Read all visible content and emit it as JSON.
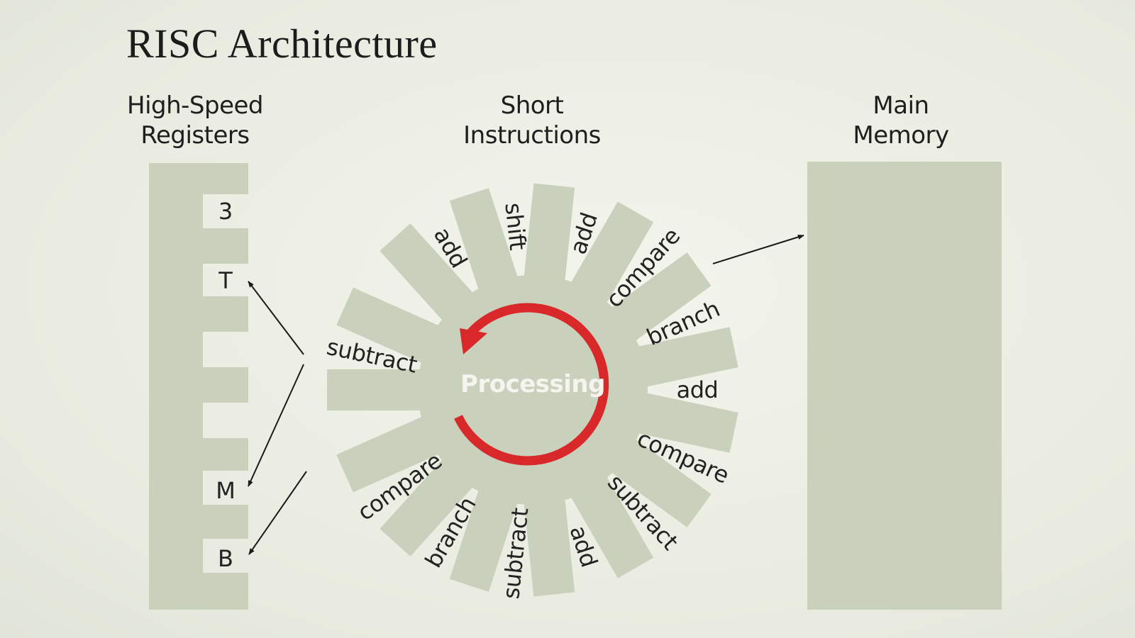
{
  "title": "RISC Architecture",
  "headings": {
    "registers": [
      "High-Speed",
      "Registers"
    ],
    "instructions": [
      "Short",
      "Instructions"
    ],
    "memory": [
      "Main",
      "Memory"
    ]
  },
  "registers": [
    "3",
    "T",
    "",
    "",
    "M",
    "B"
  ],
  "center_label": "Processing",
  "instructions": [
    "add",
    "compare",
    "branch",
    "add",
    "compare",
    "subtract",
    "add",
    "subtract",
    "branch",
    "compare",
    "",
    "subtract",
    "",
    "add",
    "shift"
  ],
  "colors": {
    "shape": "#c9d0bc",
    "arrow": "#d8282a",
    "text": "#222222"
  }
}
